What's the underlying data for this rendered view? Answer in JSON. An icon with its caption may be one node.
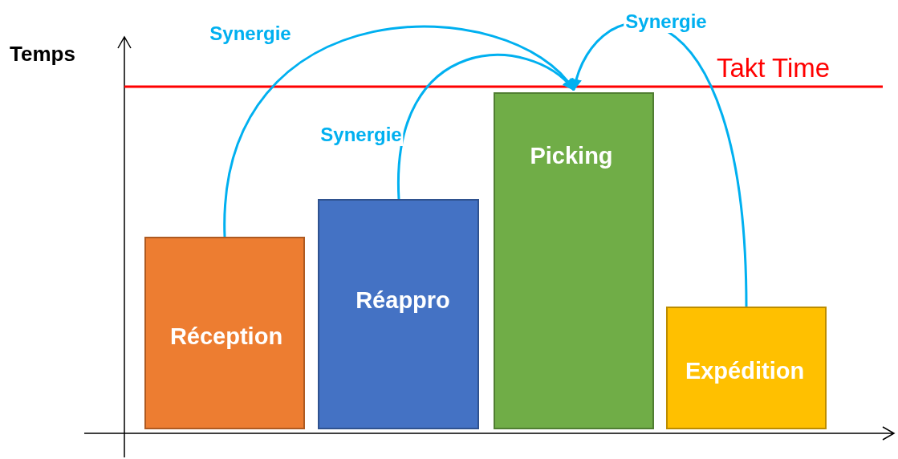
{
  "diagram": {
    "nodes": [
      {
        "text": [
          "Réception"
        ]
      },
      {
        "text": [
          "Réappro"
        ]
      },
      {
        "text": [
          "Picking"
        ]
      },
      {
        "text": [
          "Expédition"
        ]
      }
    ],
    "edges": [
      {
        "from": 0,
        "to": 2,
        "arrow": "to",
        "label": "Synergie"
      },
      {
        "from": 1,
        "to": 2,
        "arrow": "to",
        "label": "Synergie"
      },
      {
        "from": 3,
        "to": 2,
        "arrow": "to",
        "label": "Synergie"
      }
    ],
    "labels": [
      "Temps",
      "Takt Time"
    ]
  }
}
